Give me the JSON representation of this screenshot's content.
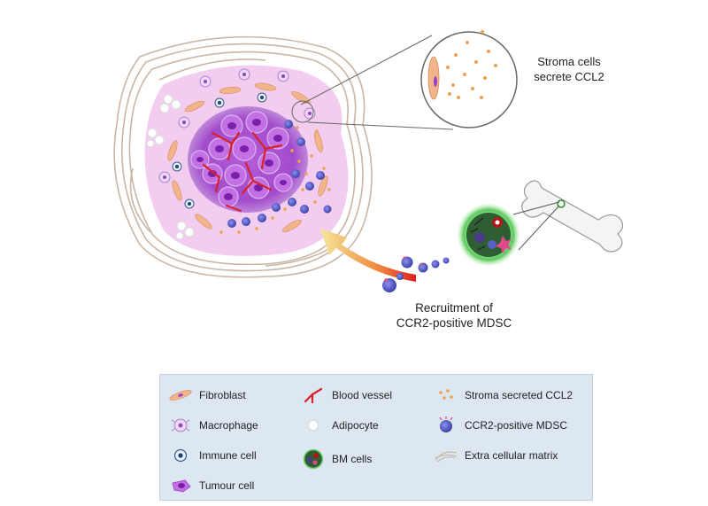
{
  "labels": {
    "stroma_callout": [
      "Stroma cells",
      "secrete CCL2"
    ],
    "recruitment": [
      "Recruitment of",
      "CCR2-positive MDSC"
    ]
  },
  "legend": {
    "col1": [
      {
        "label": "Fibroblast",
        "icon": "fibroblast-icon"
      },
      {
        "label": "Macrophage",
        "icon": "macrophage-icon"
      },
      {
        "label": "Immune cell",
        "icon": "immune-cell-icon"
      },
      {
        "label": "Tumour cell",
        "icon": "tumour-cell-icon"
      }
    ],
    "col2": [
      {
        "label": "Blood vessel",
        "icon": "blood-vessel-icon"
      },
      {
        "label": "Adipocyte",
        "icon": "adipocyte-icon"
      },
      {
        "label": "BM cells",
        "icon": "bm-cells-icon"
      }
    ],
    "col3": [
      {
        "label": "Stroma secreted CCL2",
        "icon": "ccl2-dots-icon"
      },
      {
        "label": "CCR2-positive MDSC",
        "icon": "mdsc-icon"
      },
      {
        "label": "Extra cellular matrix",
        "icon": "ecm-icon"
      }
    ]
  },
  "colors": {
    "tumour": "#9b3fc4",
    "tumour_light": "#c68be0",
    "stroma_pink": "#f3cdef",
    "vessel": "#d8222a",
    "ccl2": "#f0a050",
    "mdsc": "#5a5fc8",
    "ecm": "#c8b8a8",
    "legend_bg": "#dde7f1"
  }
}
